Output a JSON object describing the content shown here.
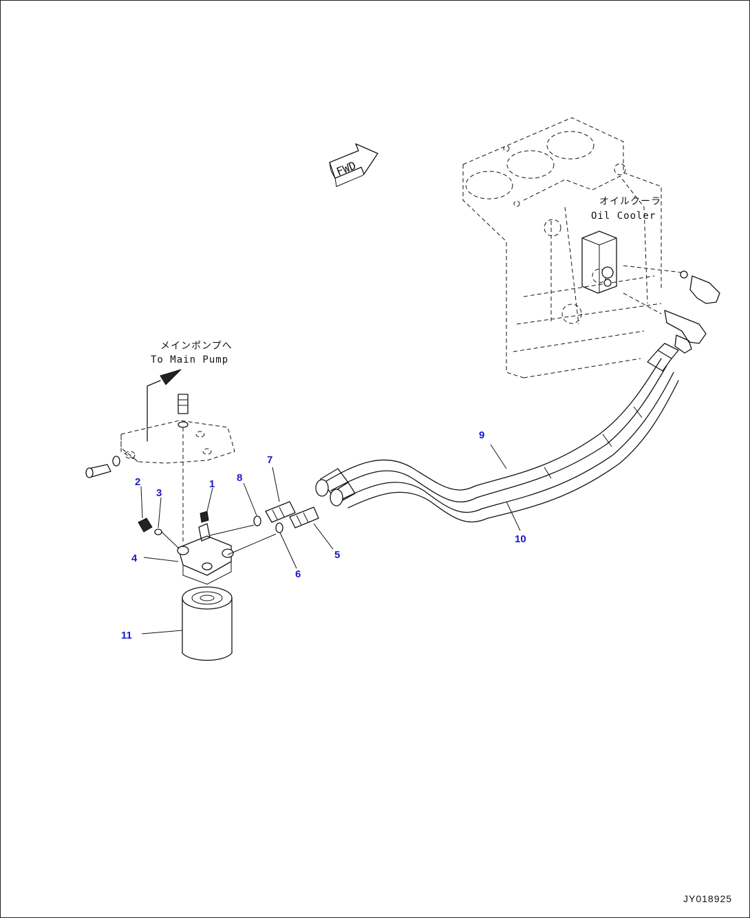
{
  "direction_label": "FWD",
  "oil_cooler": {
    "label_ja": "オイルクーラ",
    "label_en": "Oil Cooler"
  },
  "main_pump": {
    "label_ja": "メインポンプへ",
    "label_en": "To Main Pump"
  },
  "callouts": {
    "c1": "1",
    "c2": "2",
    "c3": "3",
    "c4": "4",
    "c5": "5",
    "c6": "6",
    "c7": "7",
    "c8": "8",
    "c9": "9",
    "c10": "10",
    "c11": "11"
  },
  "drawing_code": "JY018925",
  "colors": {
    "callout_number": "#1a1acc",
    "line": "#111111",
    "background": "#ffffff"
  }
}
